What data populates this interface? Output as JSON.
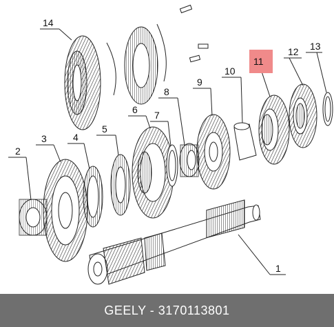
{
  "diagram": {
    "callouts": [
      "1",
      "2",
      "3",
      "4",
      "5",
      "6",
      "7",
      "8",
      "9",
      "10",
      "11",
      "12",
      "13",
      "14"
    ],
    "highlighted_callout": "11",
    "highlight_color": "#f08a8a"
  },
  "footer": {
    "caption": "GEELY - 3170113801"
  }
}
